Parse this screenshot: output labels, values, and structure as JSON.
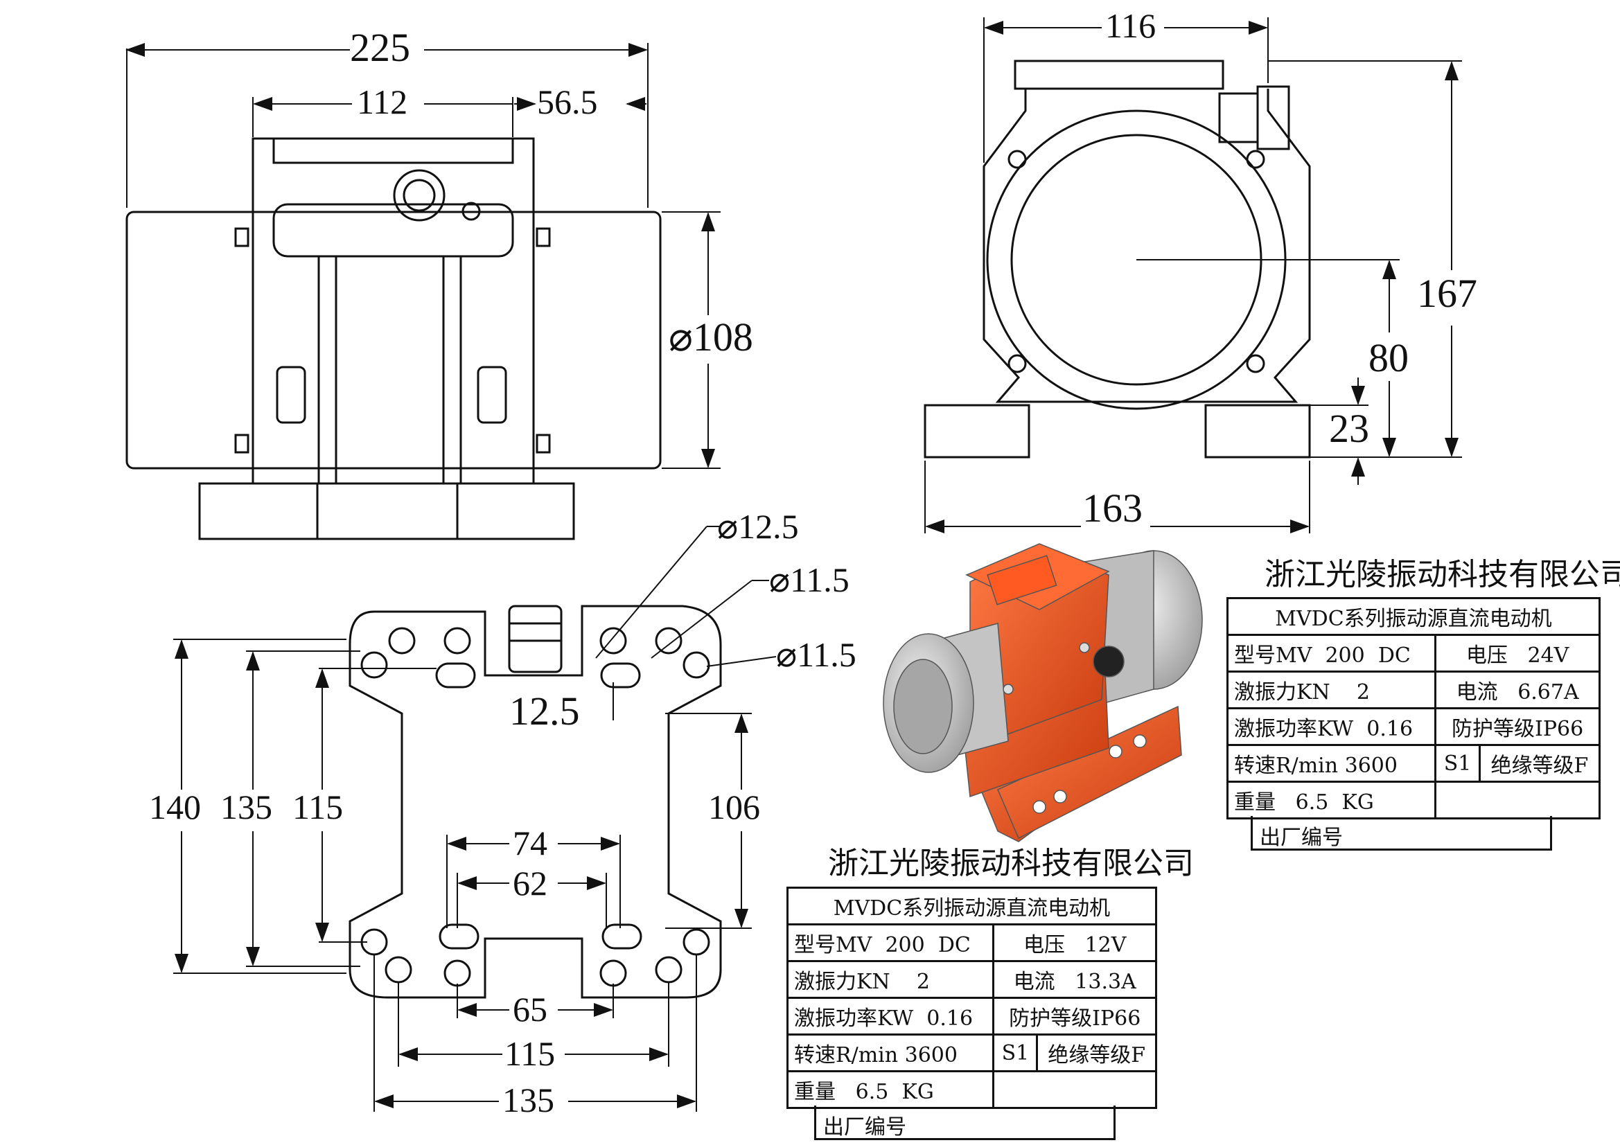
{
  "dimensions": {
    "front": {
      "overall": "225",
      "center": "112",
      "offset": "56.5",
      "diameter": "⌀108"
    },
    "side": {
      "width": "116",
      "height": "167",
      "center_height": "80",
      "base_height": "23",
      "base_width": "163"
    },
    "base": {
      "hole_a": "⌀12.5",
      "hole_b": "⌀11.5",
      "hole_c": "⌀11.5",
      "slot": "12.5",
      "len_140": "140",
      "len_135": "135",
      "len_115": "115",
      "len_106": "106",
      "w_74": "74",
      "w_62": "62",
      "w_65": "65",
      "w_115": "115",
      "w_135": "135"
    }
  },
  "plates": [
    {
      "company": "浙江光陵振动科技有限公司",
      "series": "MVDC系列振动源直流电动机",
      "model_label": "型号MV",
      "model_value": "200",
      "model_type": "DC",
      "voltage_label": "电压",
      "voltage_value": "24V",
      "force_label": "激振力KN",
      "force_value": "2",
      "current_label": "电流",
      "current_value": "6.67A",
      "power_label": "激振功率KW",
      "power_value": "0.16",
      "protection": "防护等级IP66",
      "speed_label": "转速R/min",
      "speed_value": "3600",
      "duty": "S1",
      "insulation": "绝缘等级F",
      "weight_label": "重量",
      "weight_value": "6.5",
      "weight_unit": "KG",
      "serial_label": "出厂编号"
    },
    {
      "company": "浙江光陵振动科技有限公司",
      "series": "MVDC系列振动源直流电动机",
      "model_label": "型号MV",
      "model_value": "200",
      "model_type": "DC",
      "voltage_label": "电压",
      "voltage_value": "12V",
      "force_label": "激振力KN",
      "force_value": "2",
      "current_label": "电流",
      "current_value": "13.3A",
      "power_label": "激振功率KW",
      "power_value": "0.16",
      "protection": "防护等级IP66",
      "speed_label": "转速R/min",
      "speed_value": "3600",
      "duty": "S1",
      "insulation": "绝缘等级F",
      "weight_label": "重量",
      "weight_value": "6.5",
      "weight_unit": "KG",
      "serial_label": "出厂编号"
    }
  ],
  "colors": {
    "motor_orange": "#e8511e",
    "motor_silver": "#c8c8c8",
    "line": "#111111"
  }
}
